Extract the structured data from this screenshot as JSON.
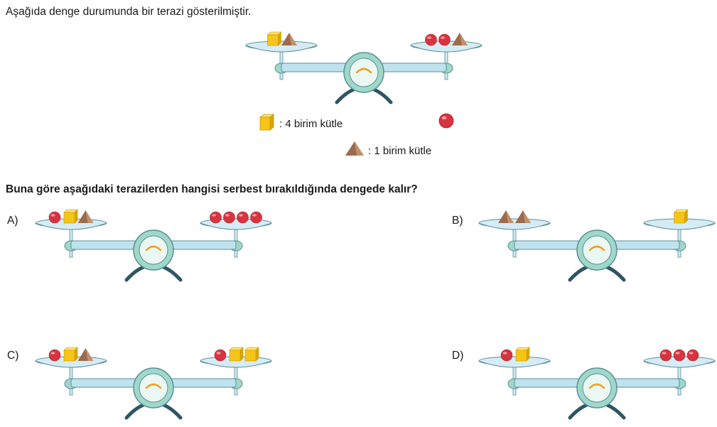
{
  "intro_text": "Aşağıda denge durumunda bir terazi gösterilmiştir.",
  "legend": {
    "cube": ": 4 birim kütle",
    "pyramid": ": 1 birim kütle"
  },
  "question_text": "Buna göre aşağıdaki terazilerden hangisi serbest bırakıldığında dengede kalır?",
  "scales": {
    "top": {
      "label": "",
      "left": [
        "cube",
        "pyramid"
      ],
      "right": [
        "ball",
        "ball",
        "pyramid"
      ]
    },
    "A": {
      "label": "A)",
      "left": [
        "ball",
        "cube",
        "pyramid"
      ],
      "right": [
        "ball",
        "ball",
        "ball",
        "ball"
      ]
    },
    "B": {
      "label": "B)",
      "left": [
        "pyramid",
        "pyramid"
      ],
      "right": [
        "cube"
      ]
    },
    "C": {
      "label": "C)",
      "left": [
        "ball",
        "cube",
        "pyramid"
      ],
      "right": [
        "ball",
        "cube",
        "cube"
      ]
    },
    "D": {
      "label": "D)",
      "left": [
        "ball",
        "cube"
      ],
      "right": [
        "ball",
        "ball",
        "ball"
      ]
    }
  },
  "colors": {
    "cube": "#f5c518",
    "ball": "#d8343f",
    "pyramid": "#9c6b4e",
    "pan": "#d6ecf4",
    "beam": "#bfe3ee",
    "stroke": "#5a8f9b",
    "gauge": "#9fd8c8",
    "needle": "#f0a020"
  }
}
